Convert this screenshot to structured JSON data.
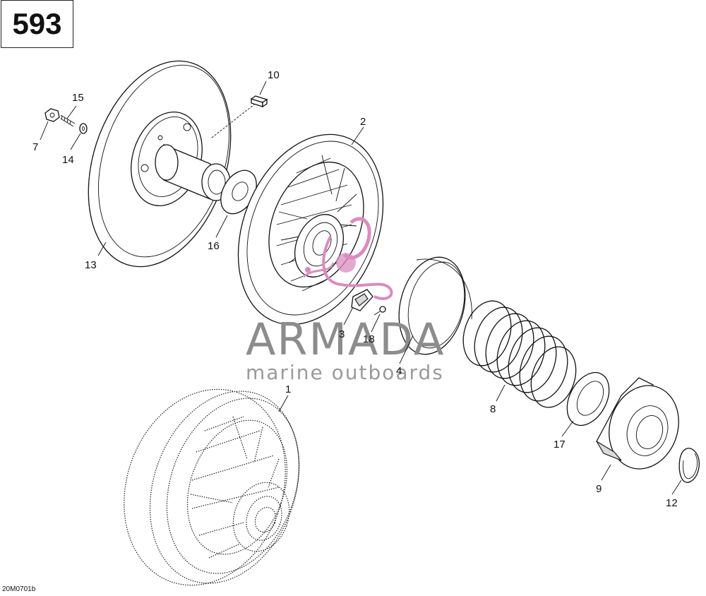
{
  "page_number": "593",
  "reference_code": "20M0701b",
  "watermark": {
    "brand": "ARMADA",
    "tagline": "marine outboards",
    "logo_icon": "anchor-logo-icon",
    "color_logo": "#d98cc0",
    "color_text": "#8c8c8c"
  },
  "labels": {
    "p1": "1",
    "p2": "2",
    "p3": "3",
    "p4": "4",
    "p7": "7",
    "p8": "8",
    "p9": "9",
    "p10": "10",
    "p12": "12",
    "p13": "13",
    "p14": "14",
    "p15": "15",
    "p16": "16",
    "p17": "17",
    "p18": "18"
  }
}
